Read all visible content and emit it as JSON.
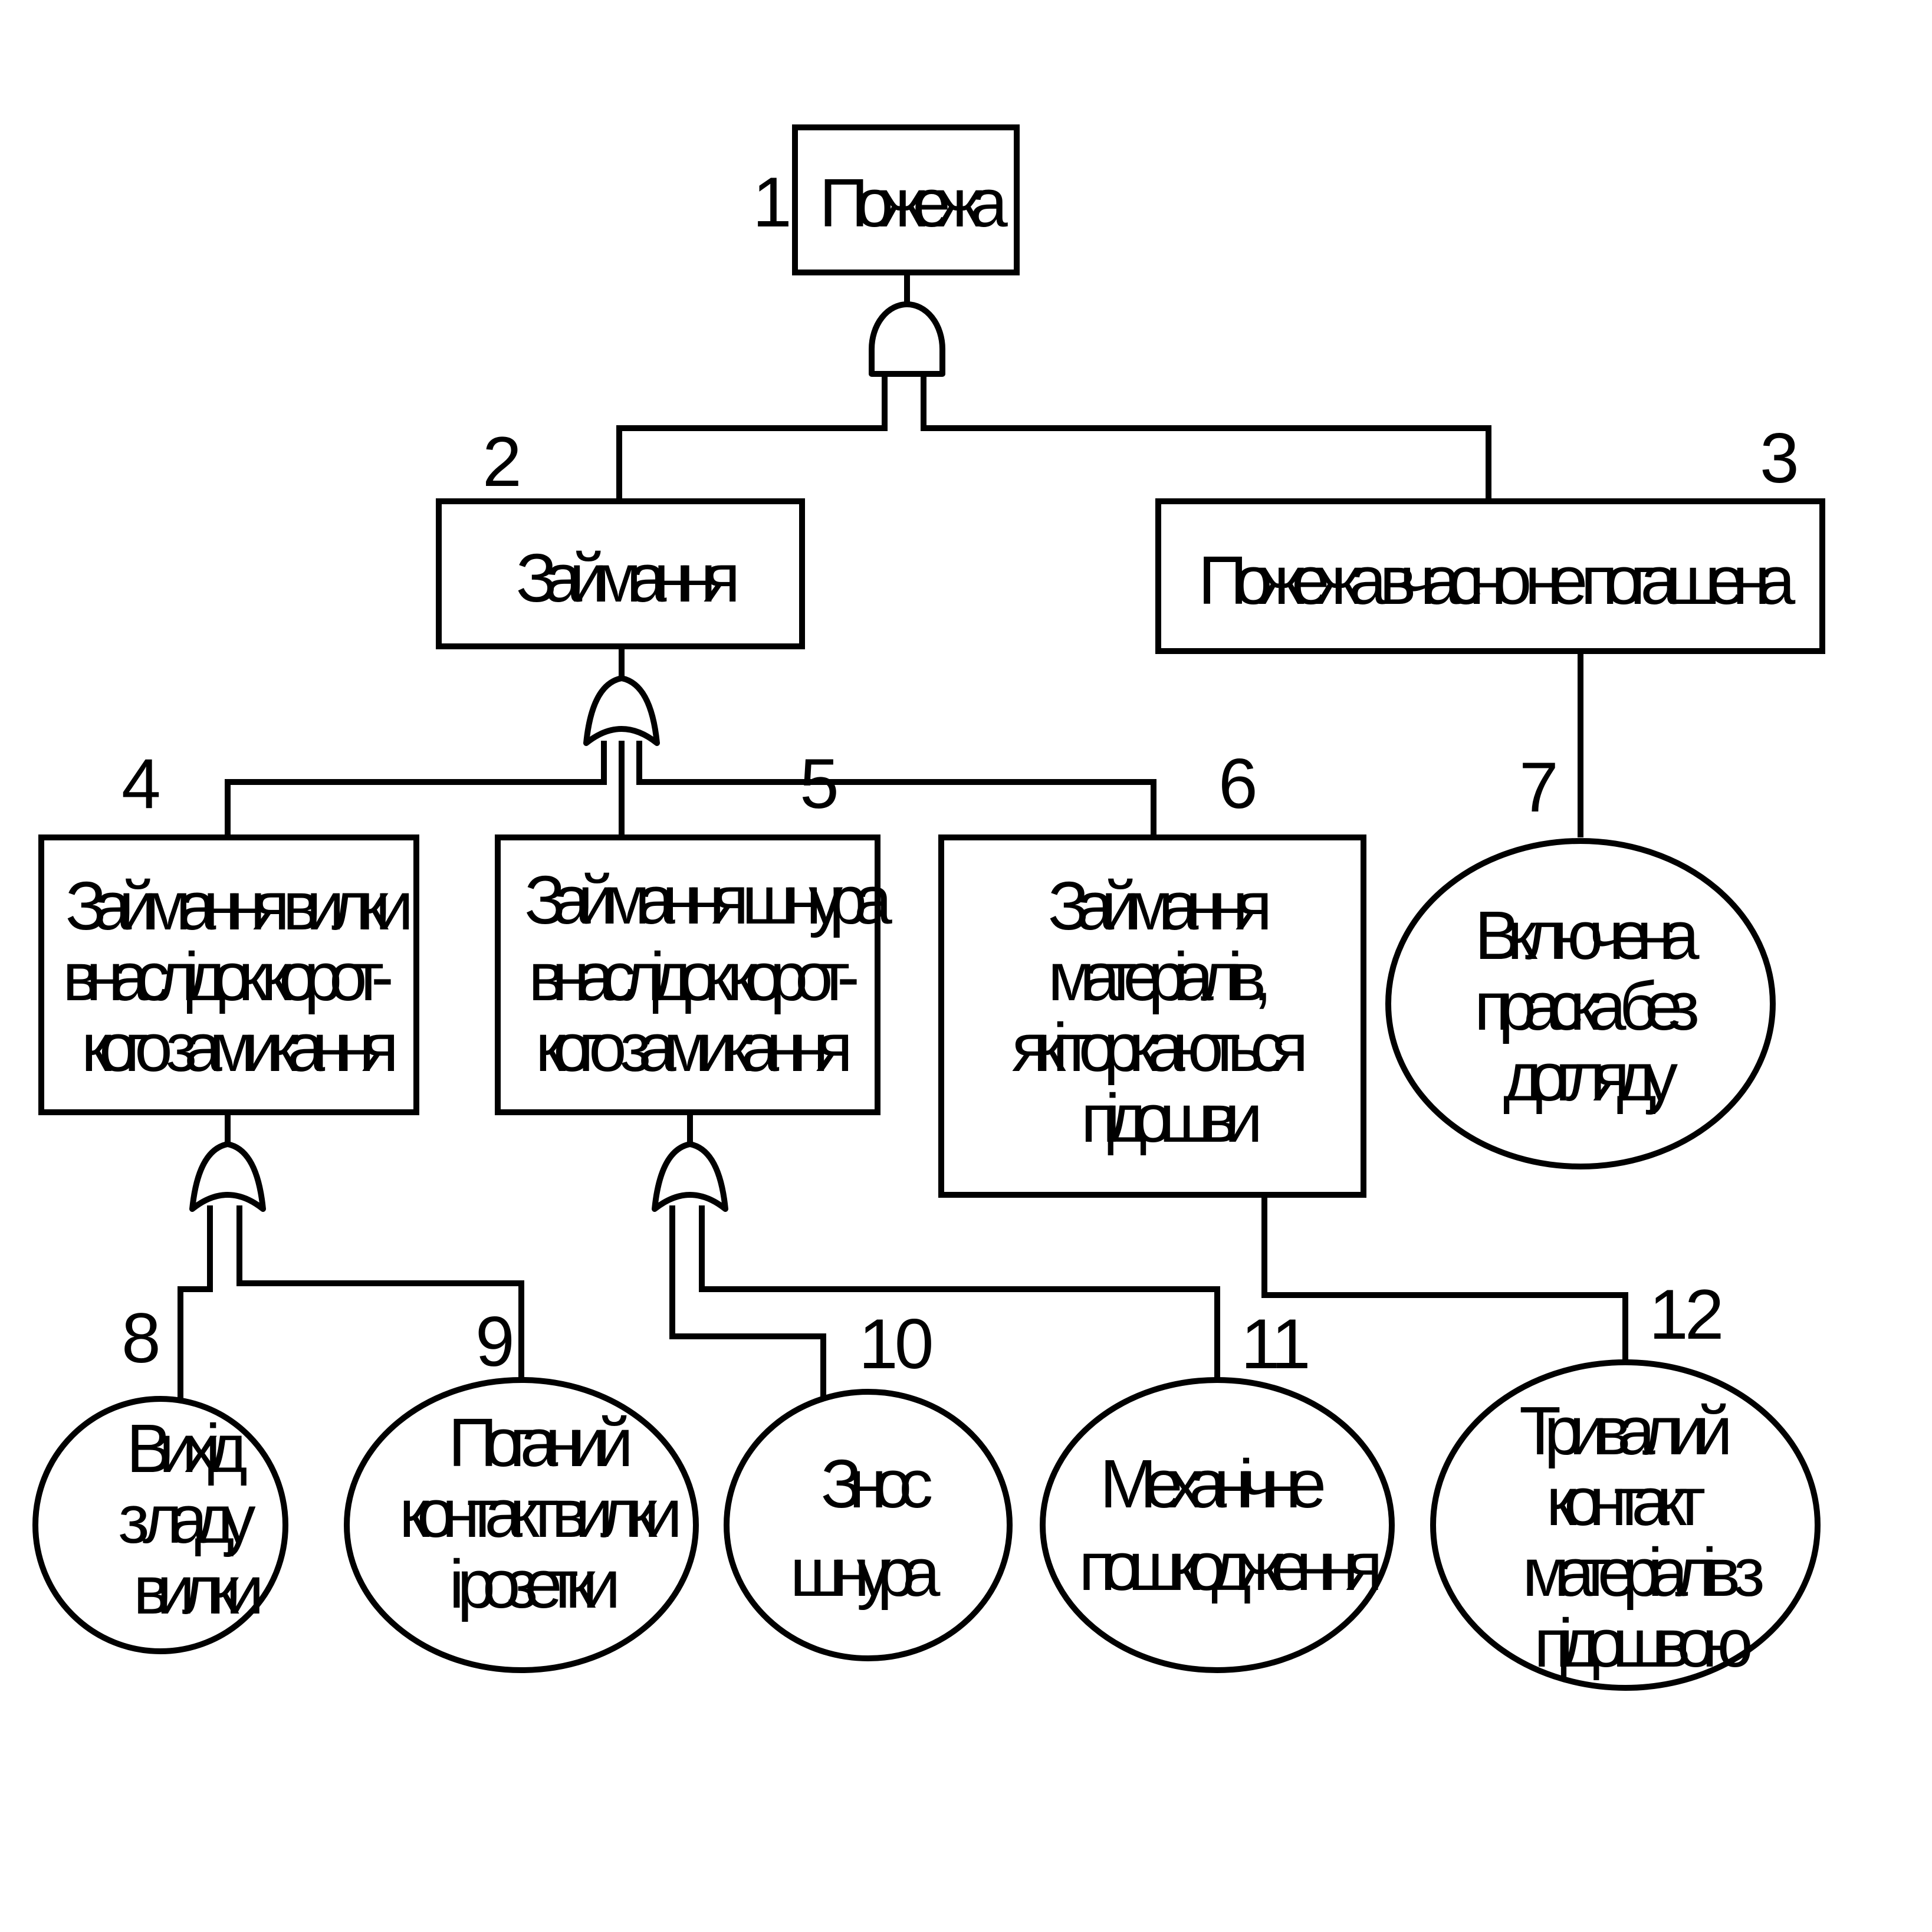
{
  "events": {
    "e1": {
      "number": "1",
      "lines": [
        "Пожежа"
      ]
    },
    "e2": {
      "number": "2",
      "lines": [
        "Займання"
      ]
    },
    "e3": {
      "number": "3",
      "lines": [
        "Пожежа вчасно не погашена"
      ]
    },
    "e4": {
      "number": "4",
      "lines": [
        "Займання вилки",
        "внаслідок корот-",
        "кого замикання"
      ]
    },
    "e5": {
      "number": "5",
      "lines": [
        "Займання шнура",
        "внаслідок корот-",
        "кого замикання"
      ]
    },
    "e6": {
      "number": "6",
      "lines": [
        "Займання",
        "матеріалів,",
        "які торкаються",
        "підошви"
      ]
    },
    "e7": {
      "number": "7",
      "lines": [
        "Включена",
        "праска без",
        "догляду"
      ]
    },
    "e8": {
      "number": "8",
      "lines": [
        "Вихід",
        "з ладу",
        "вилки"
      ]
    },
    "e9": {
      "number": "9",
      "lines": [
        "Поганий",
        "контакт вилки",
        "і розетки"
      ]
    },
    "e10": {
      "number": "10",
      "lines": [
        "Знос",
        "шнура"
      ]
    },
    "e11": {
      "number": "11",
      "lines": [
        "Механічне",
        "пошкодження"
      ]
    },
    "e12": {
      "number": "12",
      "lines": [
        "Тривалий",
        "контакт",
        "матеріалів з",
        "підошвою"
      ]
    }
  },
  "gates": {
    "g1": {
      "type": "AND",
      "output": "e1",
      "inputs": [
        "e2",
        "e3"
      ]
    },
    "g2": {
      "type": "OR",
      "output": "e2",
      "inputs": [
        "e4",
        "e5",
        "e6"
      ]
    },
    "g3": {
      "type": "OR",
      "output": "e4",
      "inputs": [
        "e8",
        "e9"
      ]
    },
    "g4": {
      "type": "OR",
      "output": "e5",
      "inputs": [
        "e10",
        "e11"
      ]
    }
  },
  "links": [
    {
      "from": "e7",
      "to": "e3"
    },
    {
      "from": "e12",
      "to": "e6"
    }
  ]
}
